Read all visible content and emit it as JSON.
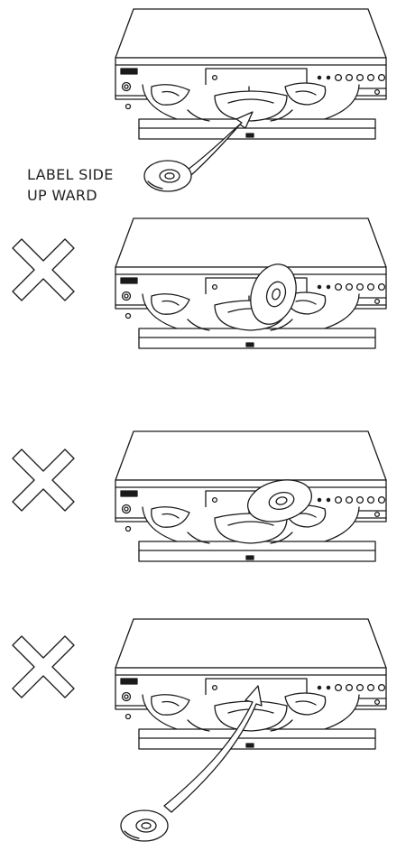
{
  "label": {
    "line1": "LABEL SIDE",
    "line2": "UP WARD"
  },
  "panels": [
    {
      "marker": "none",
      "disc_placement": "outside-lower-left-inserted-arrow"
    },
    {
      "marker": "cross-icon",
      "disc_placement": "standing-on-tray"
    },
    {
      "marker": "cross-icon",
      "disc_placement": "tilted-on-tray"
    },
    {
      "marker": "cross-icon",
      "disc_placement": "outside-below-inserted-arrow"
    }
  ],
  "colors": {
    "line": "#1a1a1a",
    "fill": "#ffffff"
  }
}
